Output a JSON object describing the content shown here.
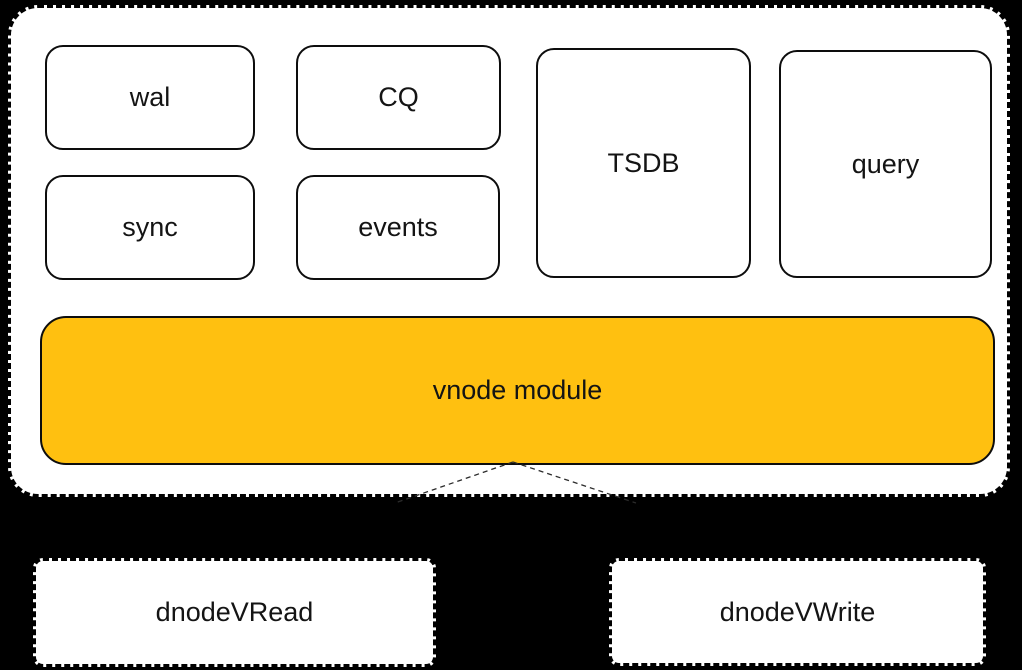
{
  "colors": {
    "background": "#000000",
    "panel_fill": "#ffffff",
    "module_box_fill": "#ffffff",
    "module_box_border": "#0d0d0d",
    "vnode_fill": "#ffc010",
    "connector_line": "#2b2b2b",
    "text": "#141414"
  },
  "vnode_panel": {
    "modules": {
      "wal": "wal",
      "cq": "CQ",
      "sync": "sync",
      "events": "events",
      "tsdb": "TSDB",
      "query": "query"
    },
    "vnode_label": "vnode module"
  },
  "dnode": {
    "read_label": "dnodeVRead",
    "write_label": "dnodeVWrite"
  }
}
